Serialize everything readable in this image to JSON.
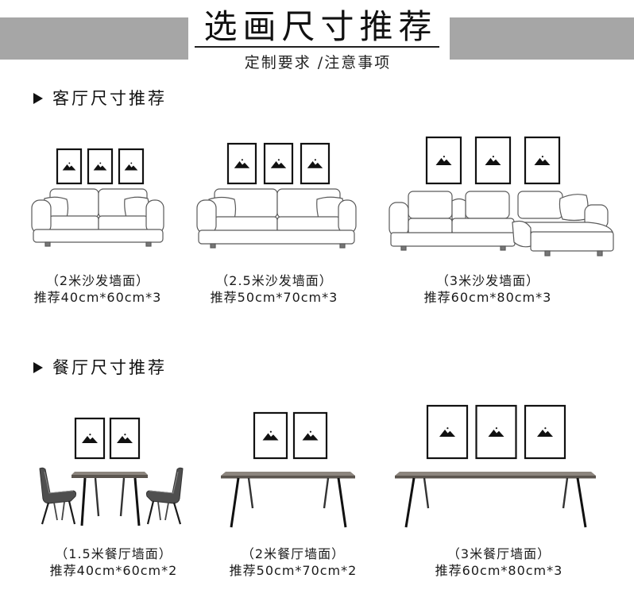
{
  "header": {
    "title": "选画尺寸推荐",
    "subtitle": "定制要求 /注意事项"
  },
  "living_room": {
    "heading": "客厅尺寸推荐",
    "items": [
      {
        "caption": "（2米沙发墙面）",
        "recommend": "推荐40cm*60cm*3",
        "frame_count": 3
      },
      {
        "caption": "（2.5米沙发墙面）",
        "recommend": "推荐50cm*70cm*3",
        "frame_count": 3
      },
      {
        "caption": "（3米沙发墙面）",
        "recommend": "推荐60cm*80cm*3",
        "frame_count": 3
      }
    ]
  },
  "dining_room": {
    "heading": "餐厅尺寸推荐",
    "items": [
      {
        "caption": "（1.5米餐厅墙面）",
        "recommend": "推荐40cm*60cm*2",
        "frame_count": 2
      },
      {
        "caption": "（2米餐厅墙面）",
        "recommend": "推荐50cm*70cm*2",
        "frame_count": 2
      },
      {
        "caption": "（3米餐厅墙面）",
        "recommend": "推荐60cm*80cm*3",
        "frame_count": 3
      }
    ]
  },
  "colors": {
    "header_bar": "#a6a6a6",
    "text": "#1a1a1a",
    "table_top": "#8c857e",
    "table_edge": "#5b554f"
  },
  "icons": {
    "section_bullet": "triangle-right-icon",
    "frame_art": "mountain-icon"
  }
}
